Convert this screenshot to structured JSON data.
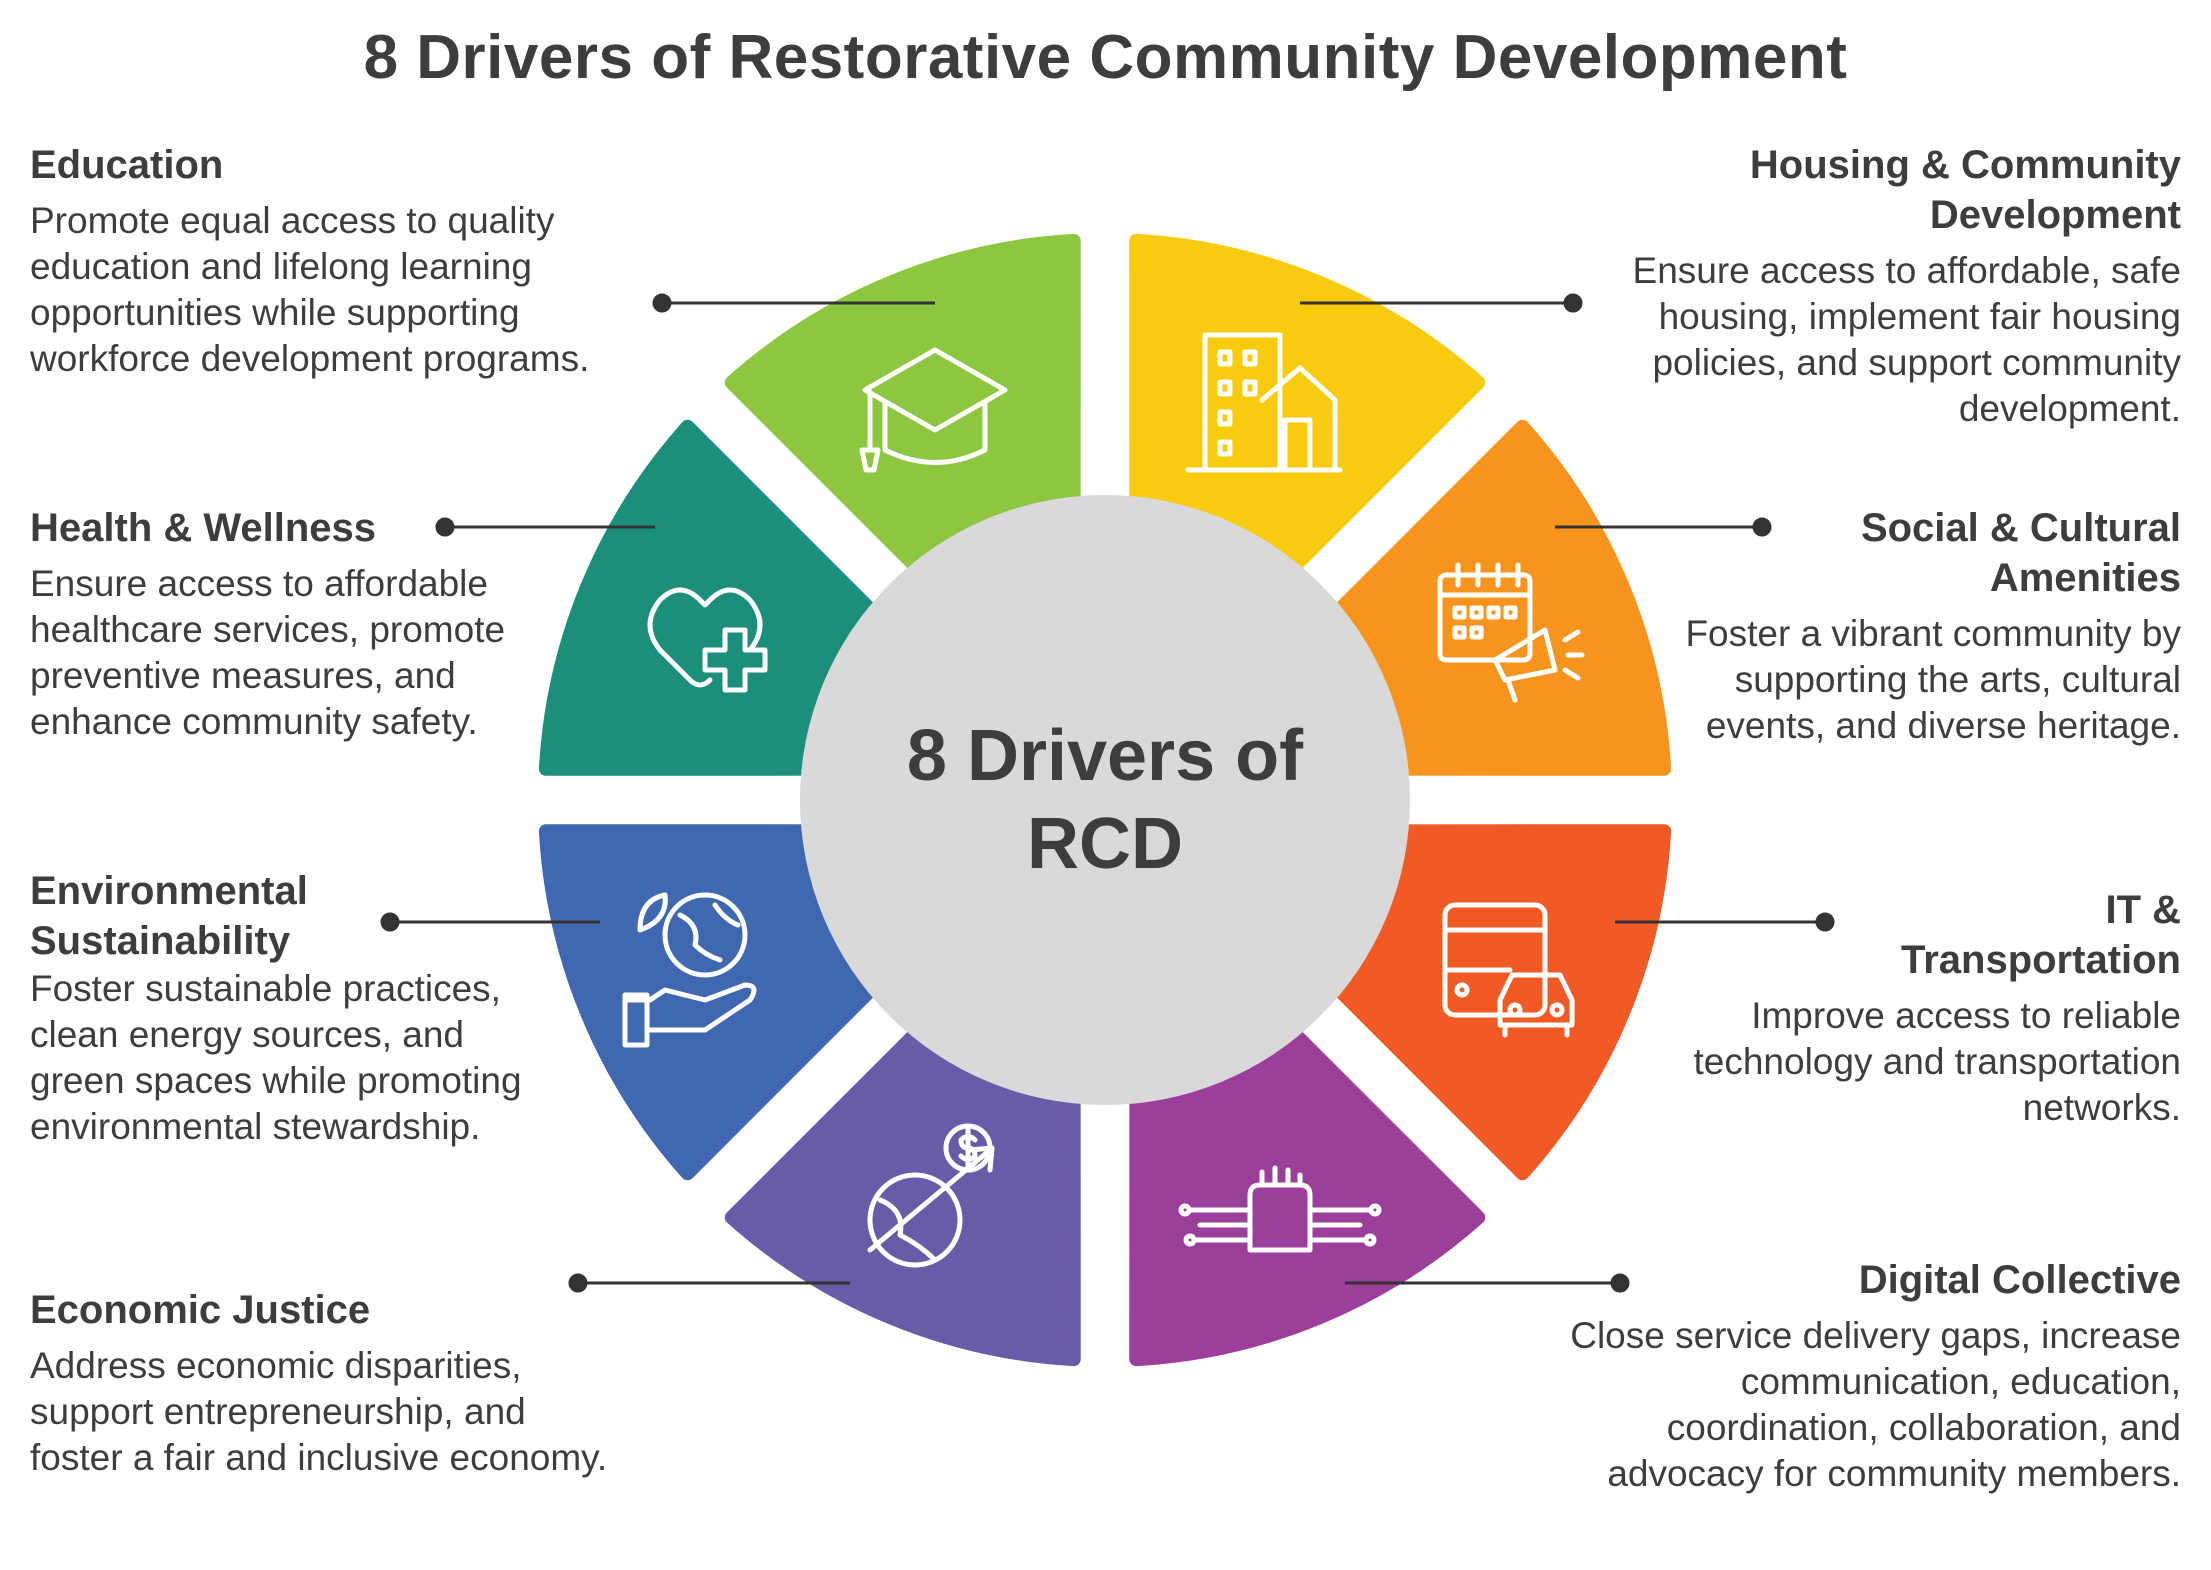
{
  "title": "8 Drivers of Restorative Community Development",
  "center": {
    "line1": "8 Drivers of",
    "line2": "RCD"
  },
  "drivers": [
    {
      "name": "Education",
      "lines": [],
      "color": "#8dc63f",
      "icon": "graduation-cap-icon",
      "text": "Promote equal access to quality education and lifelong learning opportunities while supporting workforce development programs."
    },
    {
      "name": "Housing & Community Development",
      "color": "#f9cb0f",
      "icon": "building-house-icon",
      "text": "Ensure access to affordable, safe housing, implement fair housing policies, and support community development."
    },
    {
      "name": "Social & Cultural Amenities",
      "color": "#f7941d",
      "icon": "calendar-megaphone-icon",
      "text": "Foster a vibrant community by supporting the arts, cultural events, and diverse heritage."
    },
    {
      "name": "IT & Transportation",
      "color": "#f15a24",
      "icon": "bus-car-icon",
      "text": "Improve access to reliable technology and transportation networks."
    },
    {
      "name": "Digital Collective",
      "color": "#9b3f9b",
      "icon": "digital-hand-icon",
      "text": "Close service delivery gaps, increase communication, education, coordination, collaboration, and advocacy for community members."
    },
    {
      "name": "Economic Justice",
      "color": "#6a5ba8",
      "icon": "globe-dollar-growth-icon",
      "text": "Address economic disparities, support entrepreneurship, and foster a fair and inclusive economy."
    },
    {
      "name": "Environmental Sustainability",
      "color": "#3f68b0",
      "icon": "earth-hand-leaf-icon",
      "text": "Foster sustainable practices, clean energy sources, and green spaces while promoting environmental stewardship."
    },
    {
      "name": "Health & Wellness",
      "color": "#1b8f7a",
      "icon": "heart-plus-icon",
      "text": "Ensure access to affordable healthcare services, promote preventive measures, and enhance community safety."
    }
  ],
  "hub_color": "#d9d9d9",
  "text_color": "#3d3d3d"
}
